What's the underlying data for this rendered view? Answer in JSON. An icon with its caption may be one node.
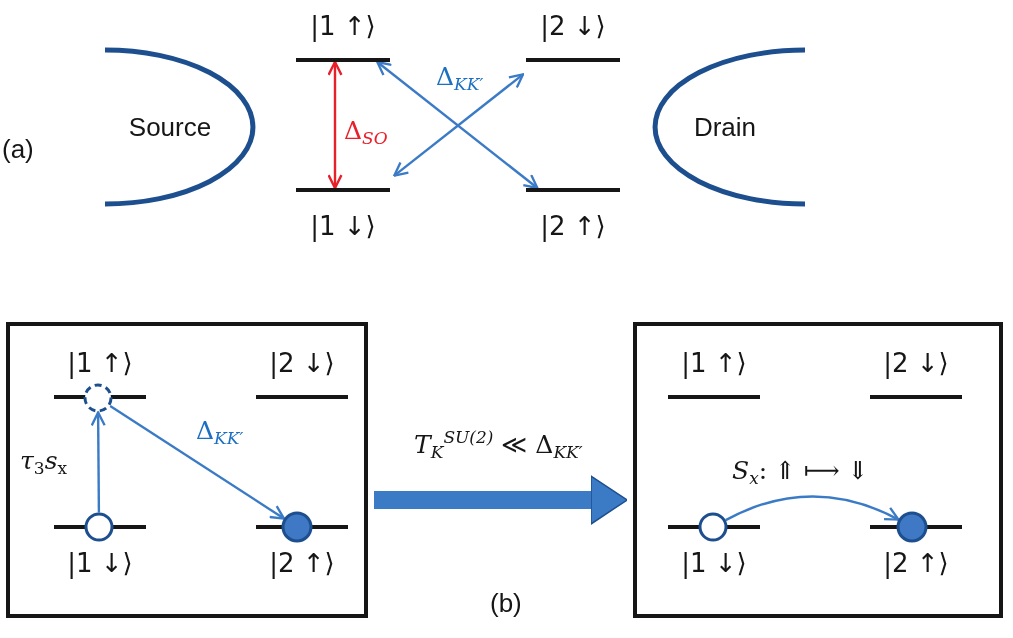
{
  "diagram": {
    "nodes": [
      {
        "text": [
          "|1 ↑⟩"
        ]
      },
      {
        "text": [
          "|2 ↓⟩"
        ]
      },
      {
        "text": [
          "Source"
        ]
      },
      {
        "text": [
          "Drain"
        ]
      },
      {
        "text": [
          "|1 ↓⟩"
        ]
      },
      {
        "text": [
          "|2 ↑⟩"
        ]
      },
      {
        "text": [],
        "shape": "box"
      },
      {
        "text": [
          "|1 ↑⟩"
        ],
        "in": 6
      },
      {
        "text": [
          "|2 ↓⟩"
        ],
        "in": 6
      },
      {
        "text": [
          "|1 ↓⟩"
        ],
        "in": 6
      },
      {
        "text": [
          "|2 ↑⟩"
        ],
        "in": 6
      },
      {
        "text": [],
        "shape": "circle",
        "in": 6
      },
      {
        "text": [],
        "shape": "circle",
        "in": 6
      },
      {
        "text": [],
        "shape": "circle",
        "in": 6
      },
      {
        "text": [],
        "shape": "box"
      },
      {
        "text": [
          "|1 ↑⟩"
        ],
        "in": 14
      },
      {
        "text": [
          "|2 ↓⟩"
        ],
        "in": 14
      },
      {
        "text": [
          "|1 ↓⟩"
        ],
        "in": 14
      },
      {
        "text": [
          "|2 ↑⟩"
        ],
        "in": 14
      },
      {
        "text": [],
        "shape": "circle",
        "in": 14
      },
      {
        "text": [],
        "shape": "circle",
        "in": 14
      }
    ],
    "edges": [
      {
        "from": 0,
        "to": 4,
        "arrow": "both",
        "label": "Δ$_{SO}$",
        "color": "#e8202a"
      },
      {
        "from": 0,
        "to": 5,
        "arrow": "both",
        "label": "Δ$_{KK′}$"
      },
      {
        "from": 1,
        "to": 4,
        "arrow": "both"
      },
      {
        "from": 12,
        "to": 11,
        "arrow": "to",
        "label": "*τ*$_{3}$*s*$_{x}$"
      },
      {
        "from": 11,
        "to": 13,
        "arrow": "to",
        "label": "Δ$_{KK′}$"
      },
      {
        "from": 6,
        "to": 14,
        "arrow": "to",
        "label": "*T*$_{K}$$^{SU(2)}$ ≪ Δ$_{KK′}$",
        "style": "thick"
      },
      {
        "from": 19,
        "to": 20,
        "arrow": "to",
        "label": "*S*$_{x}$: ⇑ ⟼ ⇓"
      }
    ],
    "labels": [
      "(a)",
      "(b)"
    ]
  }
}
